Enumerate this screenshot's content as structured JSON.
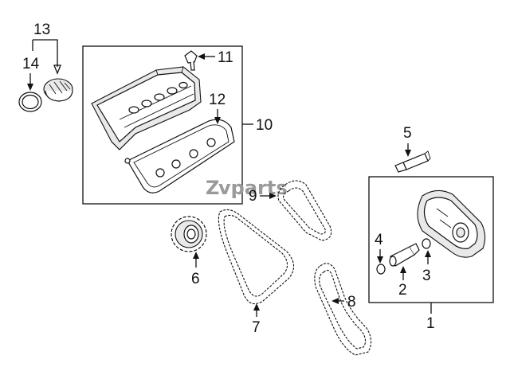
{
  "diagram": {
    "callouts": {
      "c1": "1",
      "c2": "2",
      "c3": "3",
      "c4": "4",
      "c5": "5",
      "c6": "6",
      "c7": "7",
      "c8": "8",
      "c9": "9",
      "c10": "10",
      "c11": "11",
      "c12": "12",
      "c13": "13",
      "c14": "14"
    },
    "watermark": {
      "prefix": "Z",
      "text": "vparts"
    },
    "colors": {
      "line": "#111111",
      "watermark": "#9a9a9a",
      "background": "#ffffff"
    }
  }
}
